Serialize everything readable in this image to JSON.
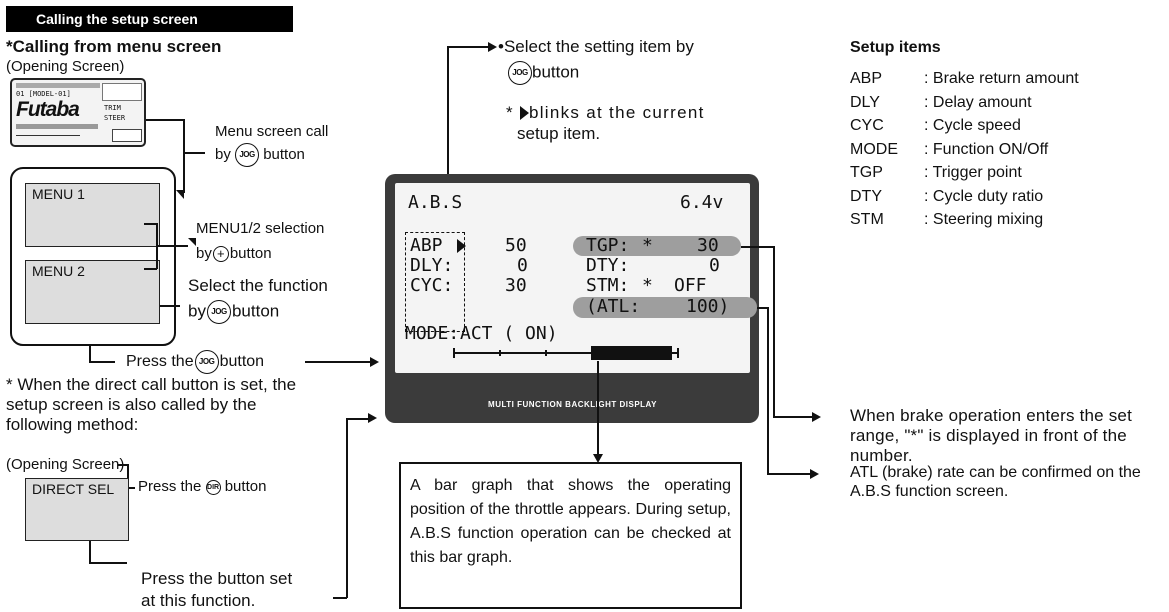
{
  "header": {
    "title": "Calling the setup screen"
  },
  "left": {
    "heading": "*Calling from menu screen",
    "opening_label": "(Opening Screen)",
    "thumbnail": {
      "brand": "Futaba",
      "line1": "01 [MODEL-01]",
      "line2": "TRIM",
      "line3": "STEER"
    },
    "menu_call_line1": "Menu screen call",
    "menu_call_by": "by",
    "menu_call_after": "button",
    "menu1": "MENU 1",
    "menu2": "MENU 2",
    "menu_sel_line1": "MENU1/2 selection",
    "menu_sel_by": "by",
    "menu_sel_after": "button",
    "select_func_line1": "Select the function",
    "select_func_by": "by",
    "select_func_after": "button",
    "press_before": "Press the",
    "press_after": "button",
    "direct_note": "* When the direct call button is set, the setup screen is also called by the following method:",
    "opening_label2": "(Opening Screen)",
    "press_dir_before": "Press the",
    "press_dir_after": "button",
    "direct_sel": "DIRECT SEL",
    "press_set_line1": "Press the button set",
    "press_set_line2": "at this function."
  },
  "icons": {
    "jog": "JOG",
    "plus": "+",
    "dir": "DIR"
  },
  "center": {
    "select_item_line1": "•Select the setting item by",
    "select_item_after": "button",
    "blink_star": "*",
    "blink_text": "blinks at the current",
    "blink_line2": "setup item.",
    "lcd": {
      "title": "A.B.S",
      "voltage": "6.4v",
      "abp_label": "ABP",
      "abp_value": "50",
      "dly_label": "DLY:",
      "dly_value": "0",
      "cyc_label": "CYC:",
      "cyc_value": "30",
      "tgp_label": "TGP:",
      "tgp_value": "30",
      "dty_label": "DTY:",
      "dty_value": "0",
      "stm_label": "STM:",
      "stm_value": "OFF",
      "atl_label": "(ATL:",
      "atl_value": "100)",
      "mode_label": "MODE:",
      "mode_value": "ACT ( ON)",
      "star": "*",
      "bezel_caption": "MULTI FUNCTION BACKLIGHT DISPLAY"
    },
    "bar_note": "A bar graph that shows the operating position of the throttle appears. During setup, A.B.S function operation can be checked at this bar graph."
  },
  "right": {
    "setup_heading": "Setup items",
    "setup_items": [
      {
        "code": "ABP",
        "desc": ": Brake return amount"
      },
      {
        "code": "DLY",
        "desc": ": Delay amount"
      },
      {
        "code": "CYC",
        "desc": ": Cycle speed"
      },
      {
        "code": "MODE",
        "desc": ": Function ON/Off"
      },
      {
        "code": "TGP",
        "desc": ": Trigger point"
      },
      {
        "code": "DTY",
        "desc": ": Cycle duty ratio"
      },
      {
        "code": "STM",
        "desc": ": Steering mixing"
      }
    ],
    "brake_note": "When brake operation enters the set range, \"*\" is displayed in front of the number.",
    "atl_note": "ATL (brake) rate can be confirmed on the A.B.S function screen."
  },
  "bar_graph": {
    "throttle_fraction": 0.62
  }
}
